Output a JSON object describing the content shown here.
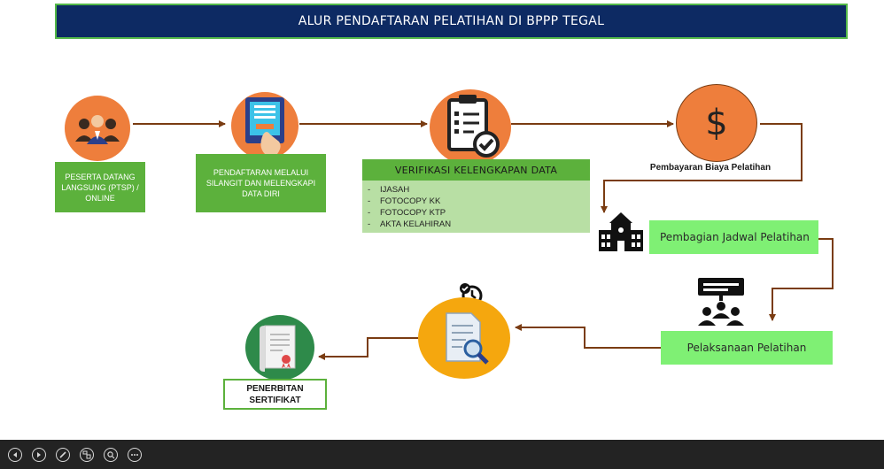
{
  "title": "ALUR PENDAFTARAN PELATIHAN DI BPPP TEGAL",
  "steps": {
    "peserta": "PESERTA DATANG LANGSUNG (PTSP) / ONLINE",
    "pendaftaran": "PENDAFTARAN MELALUI SILANGIT DAN MELENGKAPI DATA DIRI",
    "verifikasi_title": "VERIFIKASI KELENGKAPAN DATA",
    "verifikasi_items": [
      "IJASAH",
      "FOTOCOPY KK",
      "FOTOCOPY KTP",
      "AKTA KELAHIRAN"
    ],
    "pembayaran": "Pembayaran Biaya Pelatihan",
    "jadwal": "Pembagian Jadwal Pelatihan",
    "pelaksanaan": "Pelaksanaan Pelatihan",
    "sertifikat_line1": "PENERBITAN",
    "sertifikat_line2": "SERTIFIKAT"
  },
  "colors": {
    "title_bg": "#0d2a63",
    "green": "#5cb13c",
    "light_green": "#7ff074",
    "orange": "#ee7e3c",
    "yellow_orange": "#f5a70e",
    "arrow": "#7a3c12"
  },
  "icons": [
    "people-icon",
    "registration-tablet-icon",
    "clipboard-check-icon",
    "dollar-icon",
    "school-building-icon",
    "presentation-group-icon",
    "document-search-icon",
    "timer-check-icon",
    "certificate-icon"
  ],
  "controls": [
    "previous-icon",
    "next-icon",
    "pen-icon",
    "slides-icon",
    "zoom-icon",
    "more-icon"
  ]
}
